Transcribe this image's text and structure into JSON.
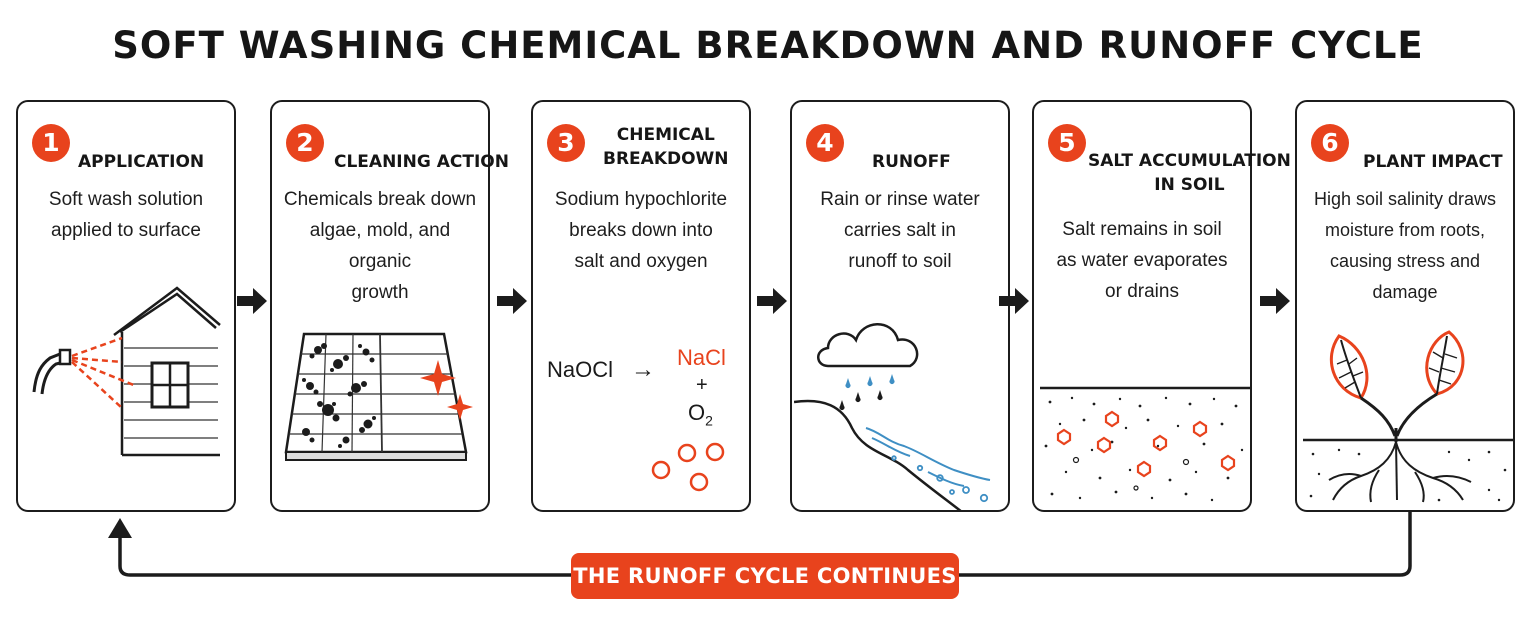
{
  "title": "SOFT WASHING CHEMICAL BREAKDOWN AND RUNOFF CYCLE",
  "steps": [
    {
      "number": "1",
      "title": "APPLICATION",
      "description_lines": [
        "Soft wash solution",
        "applied to surface"
      ]
    },
    {
      "number": "2",
      "title": "CLEANING ACTION",
      "description_lines": [
        "Chemicals break down",
        "algae, mold, and organic",
        "growth"
      ]
    },
    {
      "number": "3",
      "title_lines": [
        "CHEMICAL",
        "BREAKDOWN"
      ],
      "description_lines": [
        "Sodium hypochlorite",
        "breaks down into",
        "salt and oxygen"
      ]
    },
    {
      "number": "4",
      "title": "RUNOFF",
      "description_lines": [
        "Rain or rinse water",
        "carries salt in",
        "runoff to soil"
      ]
    },
    {
      "number": "5",
      "title_lines": [
        "SALT ACCUMULATION",
        "IN SOIL"
      ],
      "description_lines": [
        "Salt remains in soil",
        "as water evaporates",
        "or drains"
      ]
    },
    {
      "number": "6",
      "title": "PLANT IMPACT",
      "description_lines": [
        "High soil salinity draws",
        "moisture from roots,",
        "causing stress and",
        "damage"
      ]
    }
  ],
  "reaction": {
    "reactant": "NaOCl",
    "arrow": "→",
    "product_1": "NaCl",
    "plus": "+",
    "product_2_base": "O",
    "product_2_sub": "2"
  },
  "cycle_label": "THE RUNOFF CYCLE CONTINUES",
  "colors": {
    "accent": "#e8431d",
    "ink": "#1c1c1c",
    "water": "#3f8fc4"
  },
  "icons": [
    "sprayer-icon",
    "house-icon",
    "dirty-siding-icon",
    "sparkle-icon",
    "oxygen-bubbles-icon",
    "rain-cloud-icon",
    "slope-runoff-icon",
    "soil-salt-icon",
    "plant-roots-icon"
  ]
}
